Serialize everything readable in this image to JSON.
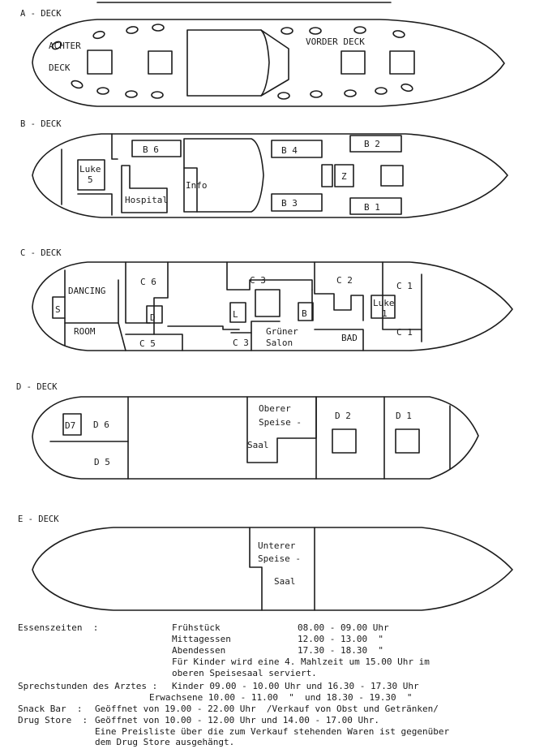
{
  "decks": {
    "a": {
      "title": "A - DECK",
      "achter_1": "ACHTER",
      "achter_2": "DECK",
      "vorder": "VORDER DECK"
    },
    "b": {
      "title": "B - DECK",
      "luke_1": "Luke",
      "luke_2": "5",
      "b6": "B 6",
      "hospital": "Hospital",
      "info": "Info",
      "b4": "B 4",
      "b3": "B 3",
      "b2": "B 2",
      "b1": "B 1",
      "z": "Z"
    },
    "c": {
      "title": "C - DECK",
      "dancing": "DANCING",
      "s": "S",
      "room": "ROOM",
      "c6": "C 6",
      "d": "D",
      "c5": "C 5",
      "c3a": "C 3",
      "l": "L",
      "c3b": "C 3",
      "gruener": "Grüner",
      "salon": "Salon",
      "b": "B",
      "c2": "C 2",
      "bad": "BAD",
      "c1a": "C 1",
      "luke_1": "Luke",
      "luke_2": "1",
      "c1b": "C 1"
    },
    "d": {
      "title": "D - DECK",
      "d7": "D7",
      "d6": "D 6",
      "d5": "D 5",
      "oberer": "Oberer",
      "speise": "Speise -",
      "saal": "Saal",
      "d2": "D 2",
      "d1": "D 1"
    },
    "e": {
      "title": "E - DECK",
      "unterer": "Unterer",
      "speise": "Speise -",
      "saal": "Saal"
    }
  },
  "info": {
    "essen_label": "Essenszeiten  :",
    "fruehstueck": "Frühstück",
    "fruehstueck_time": "08.00 - 09.00 Uhr",
    "mittag": "Mittagessen",
    "mittag_time": "12.00 - 13.00  \"",
    "abend": "Abendessen",
    "abend_time": "17.30 - 18.30  \"",
    "kinder_note_1": "Für Kinder wird eine 4. Mahlzeit um 15.00 Uhr im",
    "kinder_note_2": "oberen Speisesaal serviert.",
    "arzt_label": "Sprechstunden des Arztes :",
    "arzt_kinder": "Kinder 09.00 - 10.00 Uhr und 16.30 - 17.30 Uhr",
    "arzt_erw": "Erwachsene 10.00 - 11.00  \"  und 18.30 - 19.30  \"",
    "snack_label": "Snack Bar  :",
    "snack_text": "Geöffnet von 19.00 - 22.00 Uhr  /Verkauf von Obst und Getränken/",
    "drug_label": "Drug Store  :",
    "drug_text": "Geöffnet von 10.00 - 12.00 Uhr und 14.00 - 17.00 Uhr.",
    "preis_1": "Eine Preisliste über die zum Verkauf stehenden Waren ist gegenüber",
    "preis_2": "dem Drug Store ausgehängt."
  }
}
